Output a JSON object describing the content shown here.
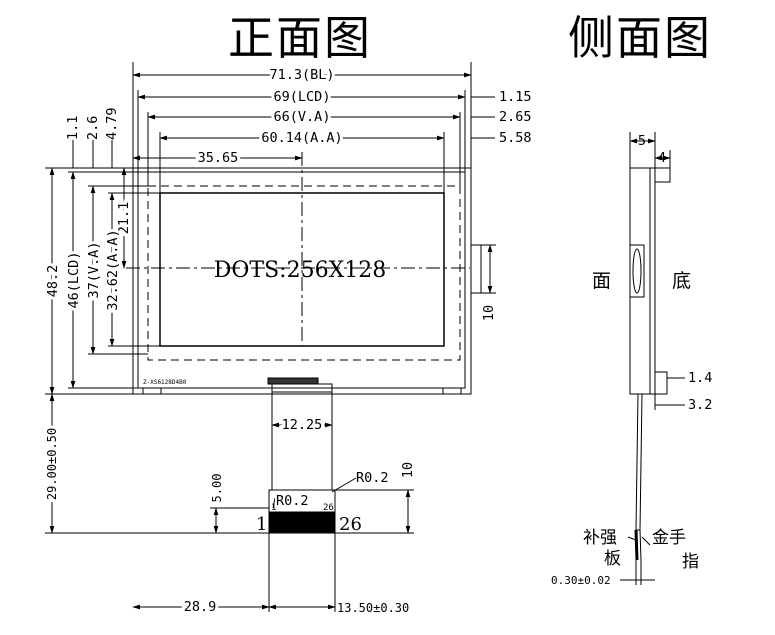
{
  "front_view": {
    "title": "正面图",
    "dims": {
      "bl_width": "71.3(BL)",
      "lcd_width": "69(LCD)",
      "va_width": "66(V.A)",
      "aa_width": "60.14(A.A)",
      "offset_1_15": "1.15",
      "offset_2_65": "2.65",
      "offset_5_58": "5.58",
      "center_x": "35.65",
      "top_1_1": "1.1",
      "top_2_6": "2.6",
      "top_4_79": "4.79",
      "center_y": "21.1",
      "bl_height": "48.2",
      "lcd_height": "46(LCD)",
      "va_height": "37(V.A)",
      "aa_height": "32.62(A.A)",
      "side_tab": "10",
      "fpc_length": "29.00±0.50",
      "fpc_width": "12.25",
      "finger_len": "5.00",
      "radius_left": "R0.2",
      "radius_right": "R0.2",
      "fpc_bend": "10",
      "fpc_offset": "28.9",
      "finger_width": "13.50±0.30"
    },
    "display_text": "DOTS:256X128",
    "part_number": "Z-XS6128D4B0",
    "pins": {
      "first": "1",
      "last": "26",
      "first_small": "1",
      "last_small": "26"
    }
  },
  "side_view": {
    "title": "侧面图",
    "dims": {
      "top_5": "5",
      "top_4": "4",
      "dim_1_4": "1.4",
      "dim_3_2": "3.2",
      "dim_thick": "0.30±0.02"
    },
    "labels": {
      "front_face": "面",
      "back_face": "底",
      "stiffener_1": "补强",
      "stiffener_2": "板",
      "gold_finger_1": "金手",
      "gold_finger_2": "指"
    }
  }
}
